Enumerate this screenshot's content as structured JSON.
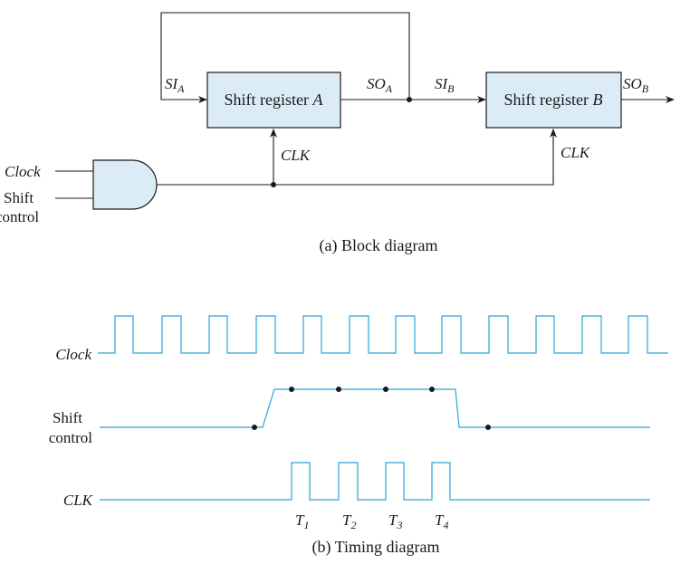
{
  "block_diagram": {
    "register_a": {
      "prefix": "Shift register ",
      "name": "A"
    },
    "register_b": {
      "prefix": "Shift register ",
      "name": "B"
    },
    "si_a": {
      "base": "SI",
      "sub": "A"
    },
    "so_a": {
      "base": "SO",
      "sub": "A"
    },
    "si_b": {
      "base": "SI",
      "sub": "B"
    },
    "so_b": {
      "base": "SO",
      "sub": "B"
    },
    "clk_a": "CLK",
    "clk_b": "CLK",
    "input_clock": "Clock",
    "input_shift_line1": "Shift",
    "input_shift_line2": "control",
    "caption": "(a) Block diagram"
  },
  "timing_diagram": {
    "clock_label": "Clock",
    "shift_label_line1": "Shift",
    "shift_label_line2": "control",
    "clk_label": "CLK",
    "pulses": [
      {
        "base": "T",
        "sub": "1"
      },
      {
        "base": "T",
        "sub": "2"
      },
      {
        "base": "T",
        "sub": "3"
      },
      {
        "base": "T",
        "sub": "4"
      }
    ],
    "caption": "(b) Timing diagram"
  },
  "colors": {
    "waveform": "#2aa3d8",
    "block_fill": "#dcecf7",
    "line": "#1a1a1a"
  }
}
